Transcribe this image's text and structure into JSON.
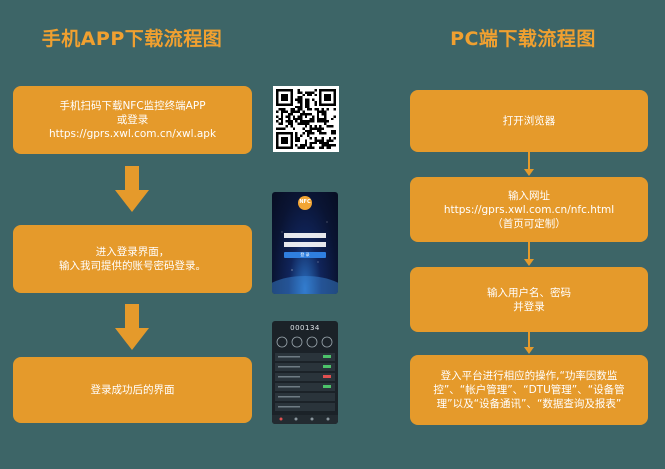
{
  "left": {
    "title": "手机APP下载流程图",
    "step1": {
      "line1": "手机扫码下载NFC监控终端APP",
      "line2": "或登录",
      "line3": "https://gprs.xwl.com.cn/xwl.apk"
    },
    "step2": {
      "line1": "进入登录界面，",
      "line2": "输入我司提供的账号密码登录。"
    },
    "step3": {
      "line1": "登录成功后的界面"
    },
    "login_screen": {
      "logo": "NFC",
      "button": "登 录"
    },
    "main_screen": {
      "counter": "000134"
    }
  },
  "right": {
    "title": "PC端下载流程图",
    "step1": {
      "line1": "打开浏览器"
    },
    "step2": {
      "line1": "输入网址",
      "line2": "https://gprs.xwl.com.cn/nfc.html",
      "line3": "（首页可定制）"
    },
    "step3": {
      "line1": "输入用户名、密码",
      "line2": "并登录"
    },
    "step4": {
      "line1": "登入平台进行相应的操作,“功率因数监",
      "line2": "控”、“帐户管理”、“DTU管理”、“设备管",
      "line3": "理”以及“设备通讯”、“数据查询及报表”"
    }
  },
  "colors": {
    "background": "#3d6567",
    "box": "#e59a2b",
    "title": "#f0a030",
    "text": "#ffffff"
  }
}
